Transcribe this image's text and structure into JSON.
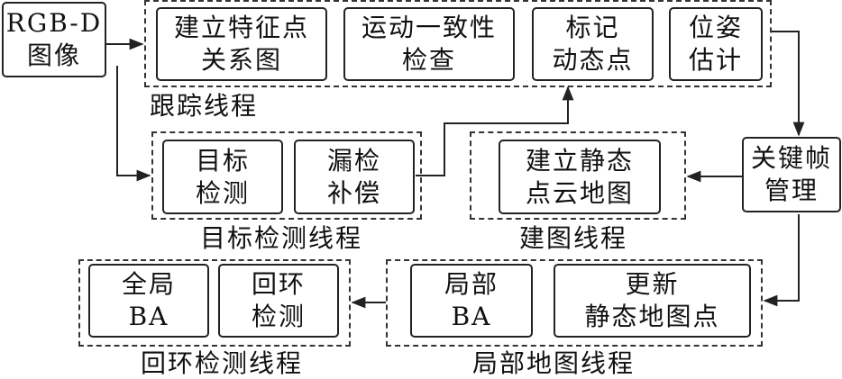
{
  "nodes": {
    "rgbd": "RGB-D\n图像",
    "feature_graph": "建立特征点\n关系图",
    "motion_check": "运动一致性\n检查",
    "mark_dynamic": "标记\n动态点",
    "pose_est": "位姿\n估计",
    "object_detect": "目标\n检测",
    "miss_comp": "漏检\n补偿",
    "static_map": "建立静态\n点云地图",
    "keyframe": "关键帧\n管理",
    "global_ba": "全局\nBA",
    "loop_detect": "回环\n检测",
    "local_ba": "局部\nBA",
    "update_points": "更新\n静态地图点"
  },
  "groups": {
    "tracking": "跟踪线程",
    "detection": "目标检测线程",
    "mapping": "建图线程",
    "loop": "回环检测线程",
    "local_map": "局部地图线程"
  }
}
